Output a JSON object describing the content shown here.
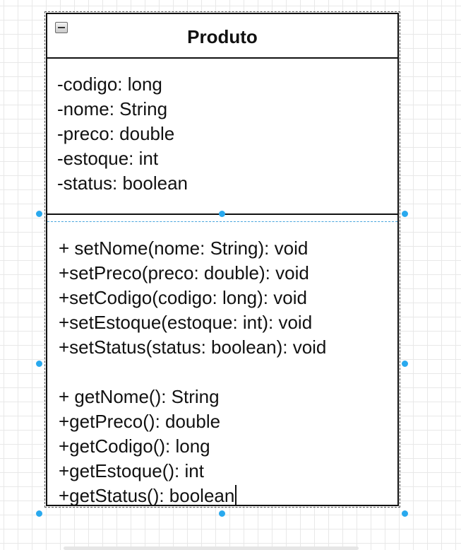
{
  "class_box": {
    "name": "Produto",
    "attributes": [
      "-codigo: long",
      "-nome: String",
      "-preco: double",
      "-estoque: int",
      "-status: boolean"
    ],
    "setters": [
      "+ setNome(nome: String): void",
      "+setPreco(preco: double): void",
      "+setCodigo(codigo: long): void",
      "+setEstoque(estoque: int): void",
      "+setStatus(status: boolean): void"
    ],
    "getters": [
      "+ getNome(): String",
      "+getPreco(): double",
      "+getCodigo(): long",
      "+getEstoque(): int",
      "+getStatus(): boolean"
    ]
  },
  "icons": {
    "collapse": "minus-box-icon",
    "selection_handle": "resize-handle-icon"
  },
  "colors": {
    "border": "#111111",
    "handle": "#29a9ee",
    "grid": "#e8e8e8",
    "selection_dashed": "#49a6dd"
  }
}
